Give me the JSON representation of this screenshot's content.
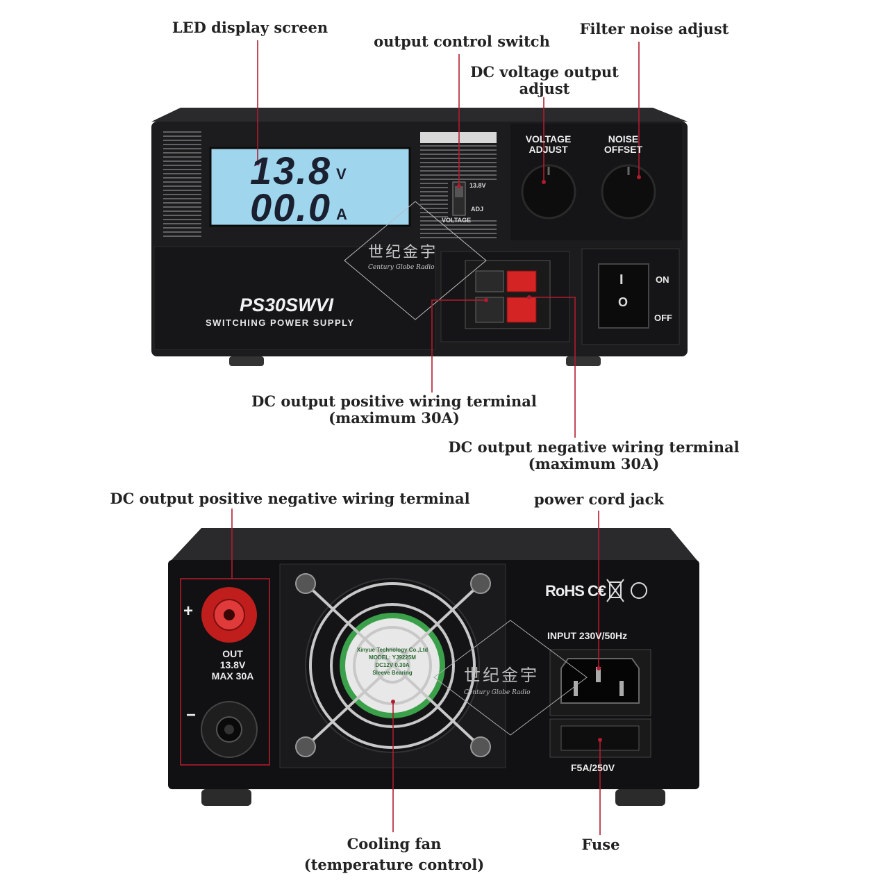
{
  "front": {
    "callouts": {
      "led_display": "LED display screen",
      "output_control_switch": "output control switch",
      "filter_noise_adjust": "Filter noise adjust",
      "dc_voltage_adjust_line1": "DC voltage output",
      "dc_voltage_adjust_line2": "adjust",
      "positive_terminal_line1": "DC output positive wiring terminal",
      "positive_terminal_line2": "(maximum 30A)",
      "negative_terminal_line1": "DC output negative wiring terminal",
      "negative_terminal_line2": "(maximum 30A)"
    },
    "display": {
      "voltage": "13.8",
      "voltage_unit": "V",
      "current": "00.0",
      "current_unit": "A"
    },
    "switch_labels": {
      "top": "13.8V",
      "bottom": "ADJ",
      "caption": "VOLTAGE"
    },
    "knobs": {
      "voltage_line1": "VOLTAGE",
      "voltage_line2": "ADJUST",
      "noise_line1": "NOISE",
      "noise_line2": "OFFSET"
    },
    "model": "PS30SWVI",
    "model_subtitle": "SWITCHING POWER SUPPLY",
    "power_switch": {
      "on_label": "ON",
      "off_label": "OFF",
      "on_glyph": "I",
      "off_glyph": "O"
    }
  },
  "rear": {
    "callouts": {
      "dc_terminal": "DC output positive negative wiring terminal",
      "power_cord_jack": "power cord jack",
      "cooling_fan_line1": "Cooling fan",
      "cooling_fan_line2": "(temperature control)",
      "fuse": "Fuse"
    },
    "terminal_labels": {
      "plus": "+",
      "minus": "−",
      "line1": "OUT",
      "line2": "13.8V",
      "line3": "MAX 30A"
    },
    "certifications": "RoHS C€",
    "input_label": "INPUT 230V/50Hz",
    "fuse_label": "F5A/250V",
    "fan_label": {
      "line1": "Xinyue Technology Co.,Ltd",
      "line2": "MODEL: YJ9225M",
      "line3": "DC12V 0.30A",
      "line4": "Sleeve Bearing"
    }
  },
  "watermark": {
    "chinese": "世纪金宇",
    "english": "Century Globe Radio"
  },
  "colors": {
    "callout_line": "#b01c2e",
    "lcd_bg": "#9fd6ee",
    "case": "#1c1c1e",
    "red_terminal": "#d42424"
  }
}
